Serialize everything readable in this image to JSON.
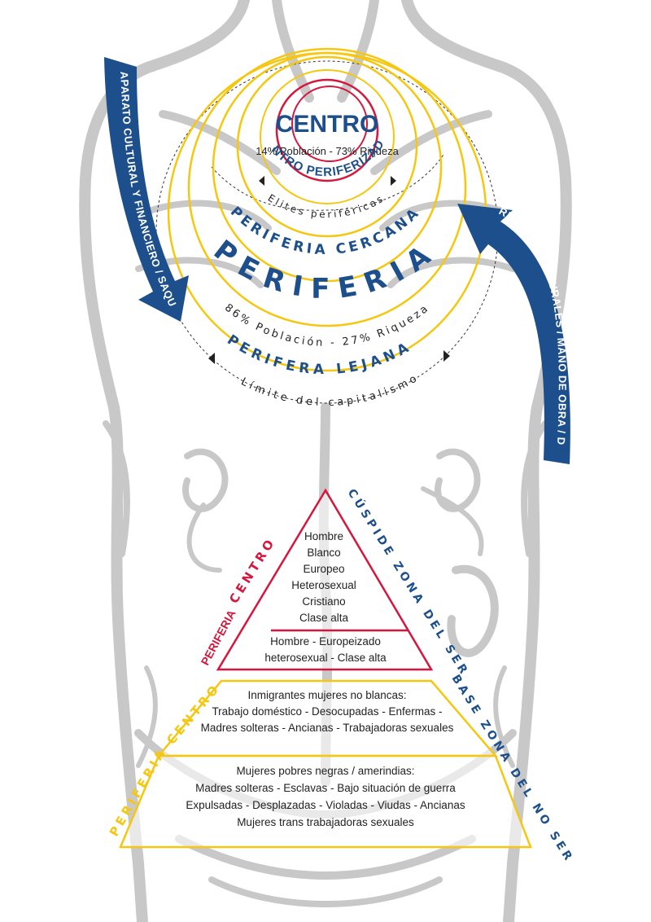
{
  "colors": {
    "navy": "#1d4f8c",
    "red": "#d6163c",
    "yellow": "#f5c710",
    "body_gray": "#c8c8c8",
    "text_dark": "#222222"
  },
  "circles": {
    "centro": "CENTRO",
    "centro_stats": "14% Población - 73% Riqueza",
    "centro_periferizado": "CENTRO PERIFERIZADO",
    "elites": "Elites periféricas",
    "periferia_cercana": "PERIFERIA CERCANA",
    "periferia": "PERIFERIA",
    "periferia_stats": "86% Población - 27% Riqueza",
    "periferia_lejana": "PERIFERA LEJANA",
    "limite": "Límite del capitalismo"
  },
  "arrows": {
    "left": "APARATO CULTURAL Y FINANCIERO / SAQUEO / GUERRAS",
    "right": "RECURSOS NATURALES / MANO DE OBRA / DEUDA"
  },
  "upper_pyramid": {
    "centro_label": "CENTRO",
    "periferia_label": "PERIFERIA",
    "side_label": "CÚSPIDE ZONA DEL SER",
    "top_lines": [
      "Hombre",
      "Blanco",
      "Europeo",
      "Heterosexual",
      "Cristiano",
      "Clase alta"
    ],
    "bottom_lines": [
      "Hombre - Europeizado",
      "heterosexual - Clase alta"
    ]
  },
  "lower_pyramid": {
    "centro_label": "CENTRO",
    "periferia_label": "PERIFERIA",
    "side_label": "BASE ZONA DEL NO SER",
    "top_lines": [
      "Inmigrantes mujeres no blancas:",
      "Trabajo doméstico - Desocupadas  - Enfermas -",
      "Madres solteras - Ancianas - Trabajadoras sexuales"
    ],
    "bottom_lines": [
      "Mujeres pobres negras / amerindias:",
      "Madres solteras - Esclavas - Bajo situación de guerra",
      "Expulsadas - Desplazadas - Violadas - Viudas - Ancianas",
      "Mujeres trans trabajadoras sexuales"
    ]
  }
}
